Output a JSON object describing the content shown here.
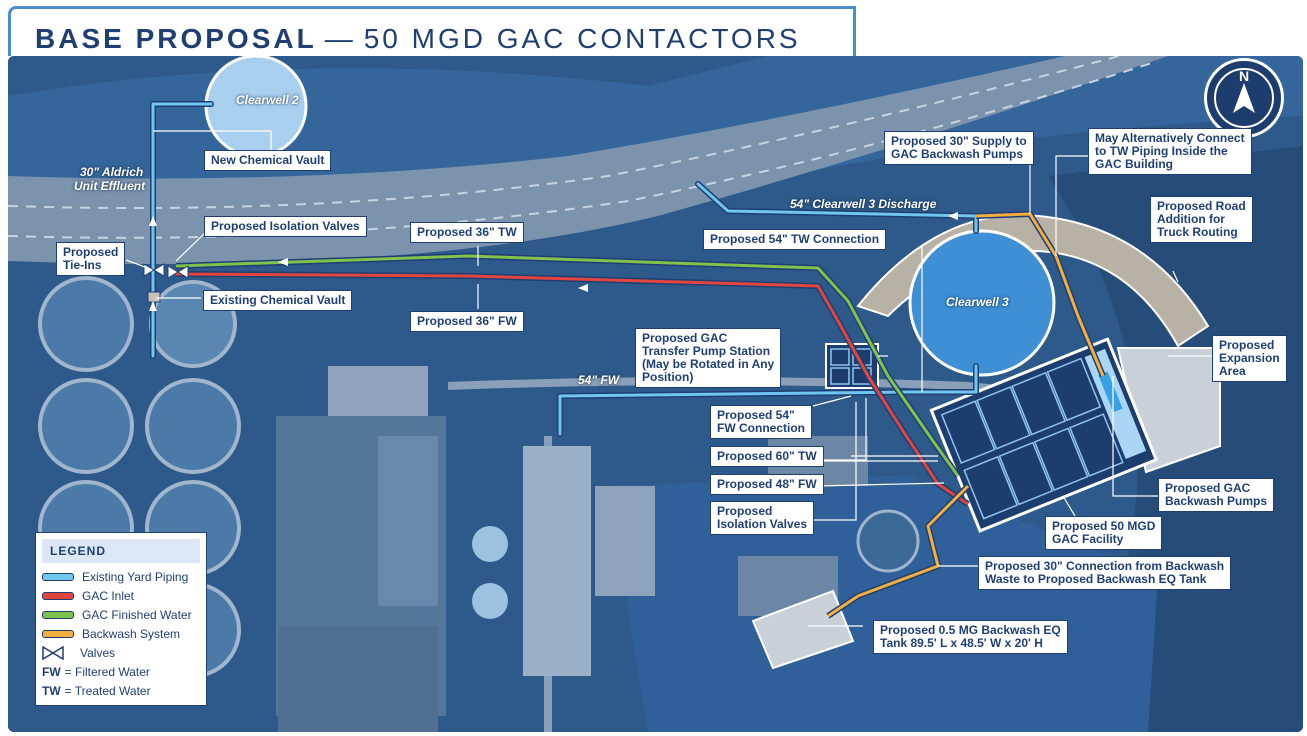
{
  "title": {
    "bold": "BASE PROPOSAL",
    "separator": "—",
    "rest": "50 MGD GAC CONTACTORS"
  },
  "compass": {
    "letter": "N"
  },
  "colors": {
    "existing": "#6fc6ef",
    "gac_inlet": "#e2443e",
    "finished": "#7fc24c",
    "backwash": "#f4ae3e",
    "accent": "#1f3f73",
    "frame": "#4a8fcb"
  },
  "map_labels": {
    "clearwell2": "Clearwell 2",
    "clearwell3": "Clearwell 3",
    "aldrich_1": "30\" Aldrich",
    "aldrich_2": "Unit Effluent",
    "clearwell3_discharge": "54\" Clearwell 3 Discharge",
    "fw54": "54\" FW"
  },
  "callouts": {
    "new_chemical_vault": "New Chemical Vault",
    "proposed_isolation_valves": "Proposed Isolation Valves",
    "tie_ins_1": "Proposed",
    "tie_ins_2": "Tie-Ins",
    "existing_chemical_vault": "Existing Chemical Vault",
    "tw36": "Proposed 36\" TW",
    "fw36": "Proposed 36\" FW",
    "tw54_connection": "Proposed 54\" TW Connection",
    "supply30_1": "Proposed 30\" Supply to",
    "supply30_2": "GAC Backwash Pumps",
    "alt_connect_1": "May Alternatively Connect",
    "alt_connect_2": "to TW Piping Inside the",
    "alt_connect_3": "GAC Building",
    "road_1": "Proposed Road",
    "road_2": "Addition for",
    "road_3": "Truck Routing",
    "pump_station_1": "Proposed GAC",
    "pump_station_2": "Transfer Pump Station",
    "pump_station_3": "(May be Rotated in Any",
    "pump_station_4": "Position)",
    "fw54_connection_1": "Proposed 54\"",
    "fw54_connection_2": "FW Connection",
    "tw60": "Proposed 60\" TW",
    "fw48": "Proposed 48\" FW",
    "iso_valves_1": "Proposed",
    "iso_valves_2": "Isolation Valves",
    "expansion_1": "Proposed",
    "expansion_2": "Expansion",
    "expansion_3": "Area",
    "backwash_pumps_1": "Proposed GAC",
    "backwash_pumps_2": "Backwash Pumps",
    "gac_facility_1": "Proposed 50 MGD",
    "gac_facility_2": "GAC Facility",
    "backwash_conn_1": "Proposed 30\" Connection from Backwash",
    "backwash_conn_2": "Waste to Proposed Backwash EQ Tank",
    "eq_tank_1": "Proposed 0.5 MG Backwash EQ",
    "eq_tank_2": "Tank 89.5' L x 48.5' W x 20' H"
  },
  "legend": {
    "heading": "LEGEND",
    "existing": "Existing Yard Piping",
    "gac_inlet": "GAC Inlet",
    "finished": "GAC Finished Water",
    "backwash": "Backwash System",
    "valves": "Valves",
    "fw_abbr": "FW",
    "fw_def": "= Filtered Water",
    "tw_abbr": "TW",
    "tw_def": "= Treated Water"
  }
}
